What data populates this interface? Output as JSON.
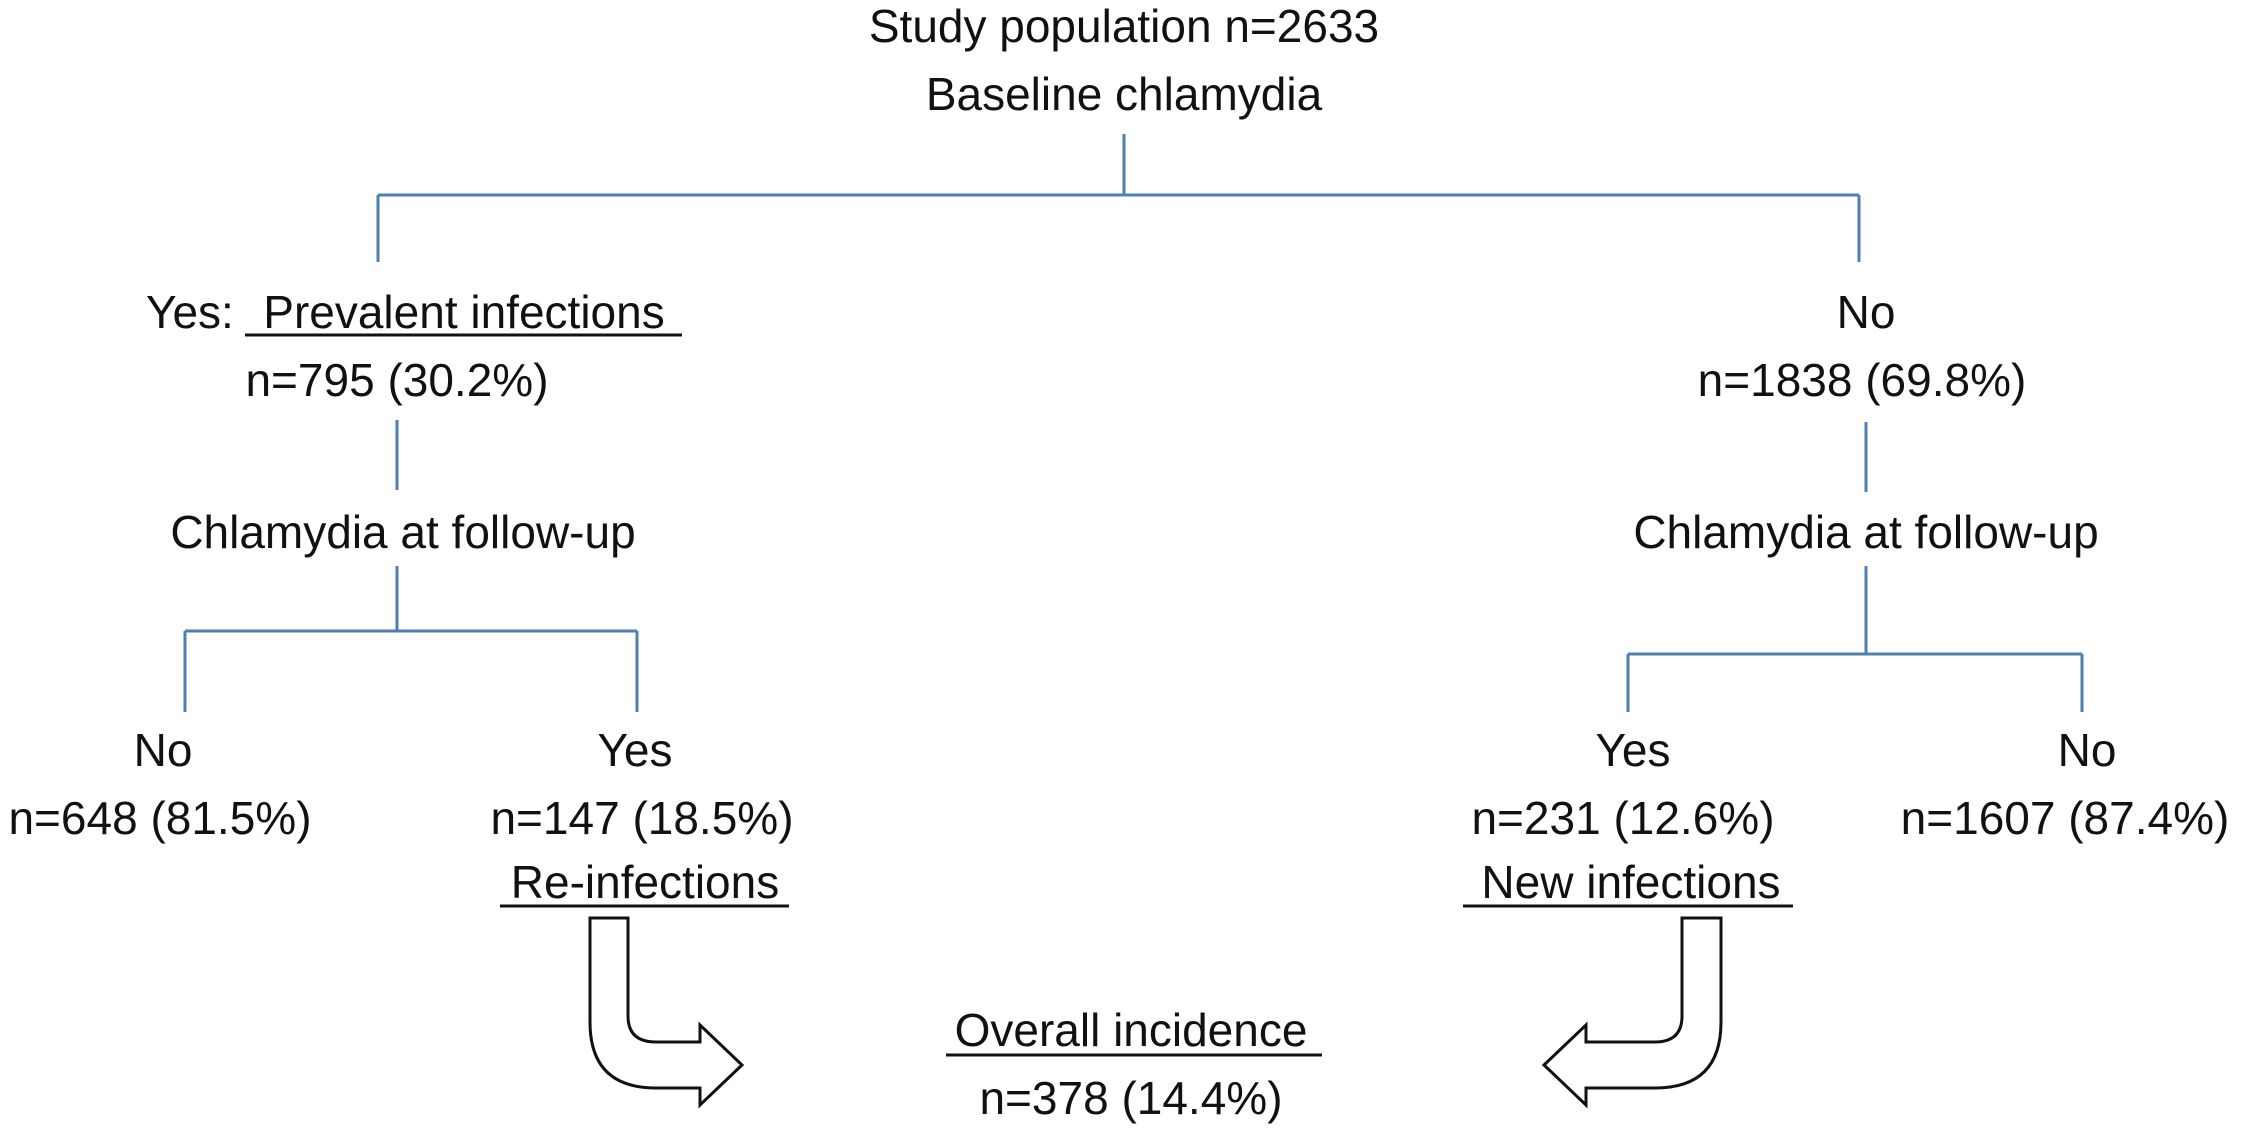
{
  "root": {
    "title": "Study population n=2633",
    "subtitle": "Baseline chlamydia"
  },
  "left": {
    "prefix": "Yes:",
    "label": "Prevalent infections",
    "count": "n=795 (30.2%)",
    "followup": "Chlamydia at follow-up",
    "no": {
      "label": "No",
      "count": "n=648 (81.5%)"
    },
    "yes": {
      "label": "Yes",
      "count": "n=147 (18.5%)",
      "note": "Re-infections"
    }
  },
  "right": {
    "label": "No",
    "count": "n=1838 (69.8%)",
    "followup": "Chlamydia at follow-up",
    "yes": {
      "label": "Yes",
      "count": "n=231 (12.6%)",
      "note": "New infections"
    },
    "no": {
      "label": "No",
      "count": "n=1607 (87.4%)"
    }
  },
  "outcome": {
    "label": "Overall incidence",
    "count": "n=378 (14.4%)"
  },
  "colors": {
    "connector": "#4f7fae",
    "text": "#111111"
  }
}
